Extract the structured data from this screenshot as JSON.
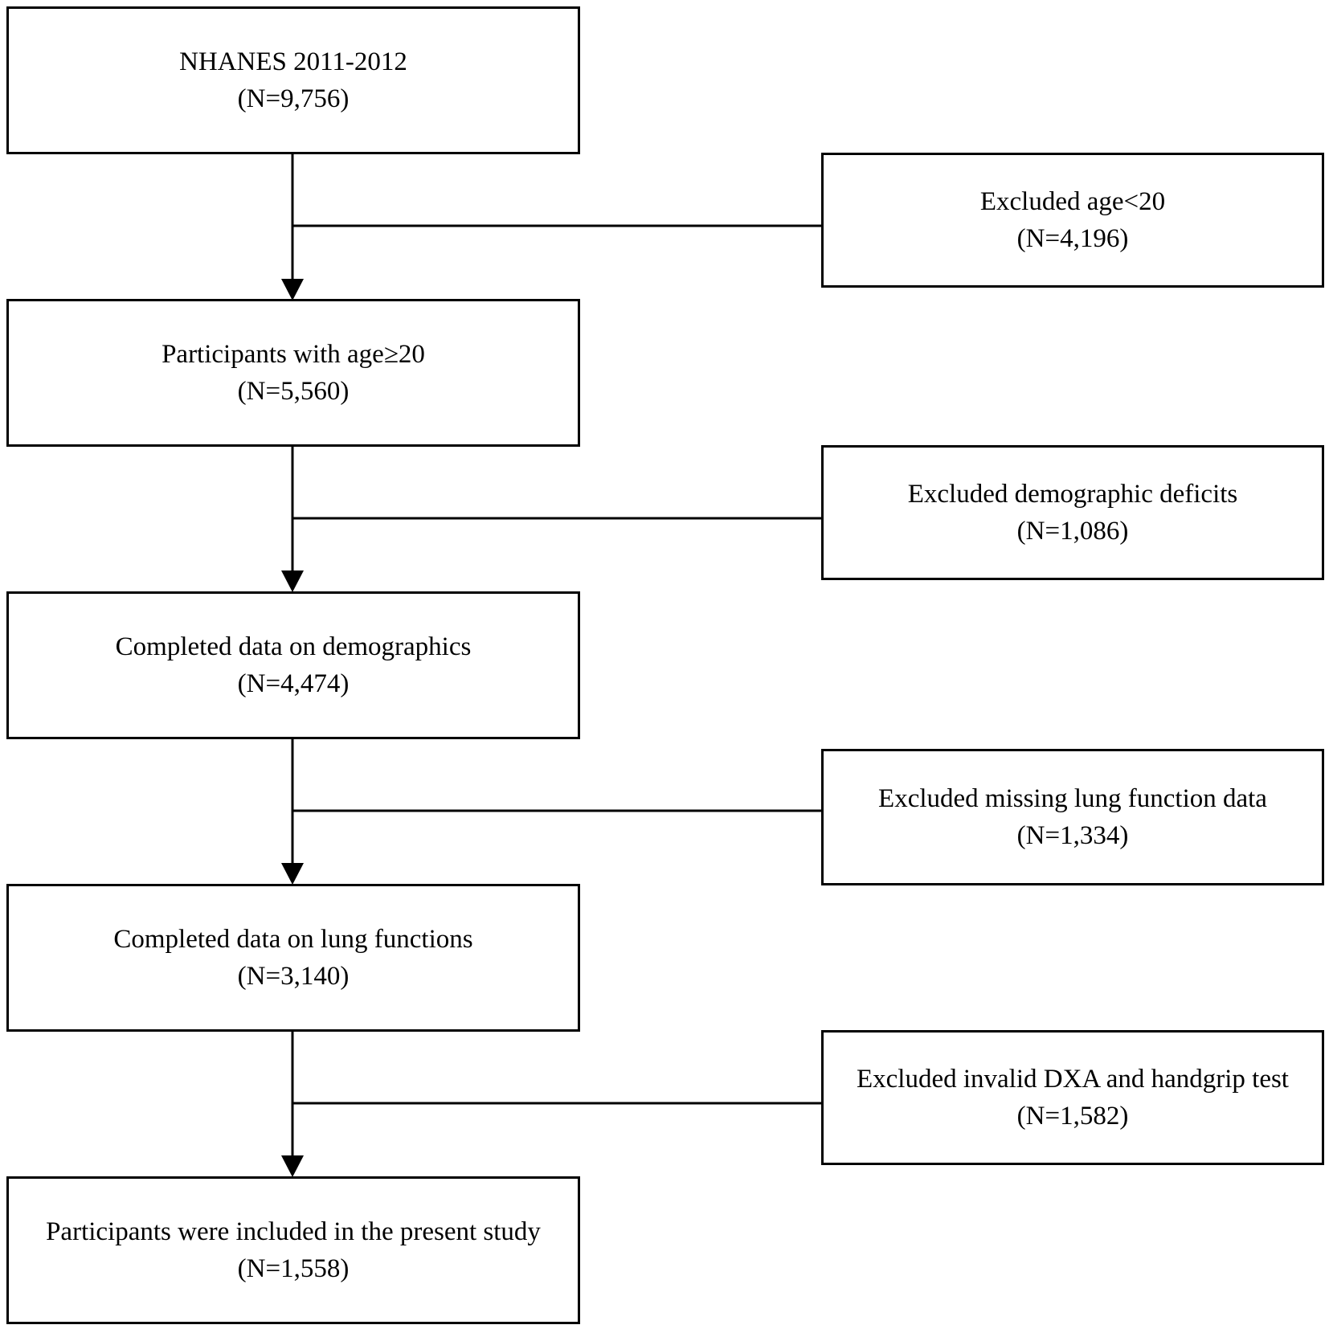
{
  "main_boxes": [
    {
      "title": "NHANES 2011-2012",
      "count": "(N=9,756)"
    },
    {
      "title": "Participants with age≥20",
      "count": "(N=5,560)"
    },
    {
      "title": "Completed data on demographics",
      "count": "(N=4,474)"
    },
    {
      "title": "Completed data on lung functions",
      "count": "(N=3,140)"
    },
    {
      "title": "Participants were included in the present study",
      "count": "(N=1,558)"
    }
  ],
  "exclusion_boxes": [
    {
      "title": "Excluded age<20",
      "count": "(N=4,196)"
    },
    {
      "title": "Excluded demographic deficits",
      "count": "(N=1,086)"
    },
    {
      "title": "Excluded missing lung function data",
      "count": "(N=1,334)"
    },
    {
      "title": "Excluded invalid DXA and handgrip test",
      "count": "(N=1,582)"
    }
  ]
}
